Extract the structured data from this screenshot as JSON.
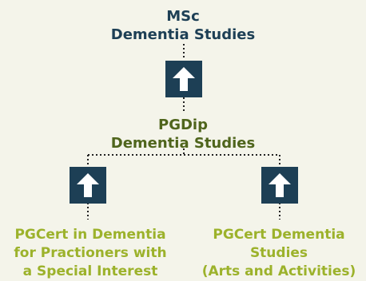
{
  "top_node": {
    "lines": [
      "MSc",
      "Dementia Studies"
    ]
  },
  "middle_node": {
    "lines": [
      "PGDip",
      "Dementia Studies"
    ]
  },
  "left_node": {
    "lines": [
      "PGCert in Dementia",
      "for Practioners with",
      "a Special Interest"
    ]
  },
  "right_node": {
    "lines": [
      "PGCert Dementia",
      "Studies",
      "(Arts and Activities)"
    ]
  },
  "colors": {
    "background": "#f4f4ea",
    "navy": "#1d3f55",
    "olive": "#4f651c",
    "lime": "#9cb22b",
    "arrow": "#ffffff"
  },
  "icons": [
    "up-arrow-icon",
    "up-arrow-icon",
    "up-arrow-icon"
  ]
}
